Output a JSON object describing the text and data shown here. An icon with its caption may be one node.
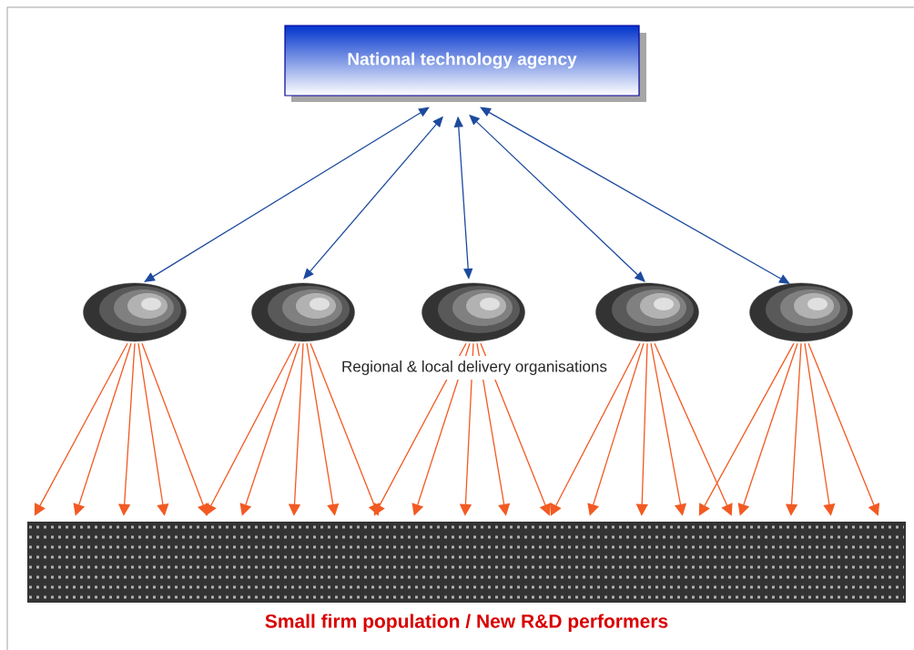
{
  "diagram": {
    "nodes": [
      {
        "text": [
          "National technology agency"
        ]
      },
      {
        "text": [],
        "shape": "ellipse"
      },
      {
        "text": [],
        "shape": "ellipse"
      },
      {
        "text": [],
        "shape": "ellipse"
      },
      {
        "text": [],
        "shape": "ellipse"
      },
      {
        "text": [],
        "shape": "ellipse"
      },
      {
        "text": [
          "Small firm population / New R&D performers"
        ]
      }
    ],
    "edges": [
      {
        "from": 0,
        "to": 1,
        "arrow": "both",
        "color": "#1d4a9e"
      },
      {
        "from": 0,
        "to": 2,
        "arrow": "both",
        "color": "#1d4a9e"
      },
      {
        "from": 0,
        "to": 3,
        "arrow": "both",
        "color": "#1d4a9e"
      },
      {
        "from": 0,
        "to": 4,
        "arrow": "both",
        "color": "#1d4a9e"
      },
      {
        "from": 0,
        "to": 5,
        "arrow": "both",
        "color": "#1d4a9e"
      },
      {
        "from": 1,
        "to": 6,
        "arrow": "to"
      },
      {
        "from": 1,
        "to": 6,
        "arrow": "to"
      },
      {
        "from": 1,
        "to": 6,
        "arrow": "to"
      },
      {
        "from": 1,
        "to": 6,
        "arrow": "to"
      },
      {
        "from": 1,
        "to": 6,
        "arrow": "to"
      },
      {
        "from": 2,
        "to": 6,
        "arrow": "to"
      },
      {
        "from": 2,
        "to": 6,
        "arrow": "to"
      },
      {
        "from": 2,
        "to": 6,
        "arrow": "to"
      },
      {
        "from": 2,
        "to": 6,
        "arrow": "to"
      },
      {
        "from": 2,
        "to": 6,
        "arrow": "to"
      },
      {
        "from": 3,
        "to": 6,
        "arrow": "to"
      },
      {
        "from": 3,
        "to": 6,
        "arrow": "to"
      },
      {
        "from": 3,
        "to": 6,
        "arrow": "to"
      },
      {
        "from": 3,
        "to": 6,
        "arrow": "to"
      },
      {
        "from": 3,
        "to": 6,
        "arrow": "to"
      },
      {
        "from": 4,
        "to": 6,
        "arrow": "to"
      },
      {
        "from": 4,
        "to": 6,
        "arrow": "to"
      },
      {
        "from": 4,
        "to": 6,
        "arrow": "to"
      },
      {
        "from": 4,
        "to": 6,
        "arrow": "to"
      },
      {
        "from": 4,
        "to": 6,
        "arrow": "to"
      },
      {
        "from": 5,
        "to": 6,
        "arrow": "to"
      },
      {
        "from": 5,
        "to": 6,
        "arrow": "to"
      },
      {
        "from": 5,
        "to": 6,
        "arrow": "to"
      },
      {
        "from": 5,
        "to": 6,
        "arrow": "to"
      },
      {
        "from": 5,
        "to": 6,
        "arrow": "to"
      }
    ],
    "labels": [
      "Regional & local delivery organisations"
    ]
  }
}
